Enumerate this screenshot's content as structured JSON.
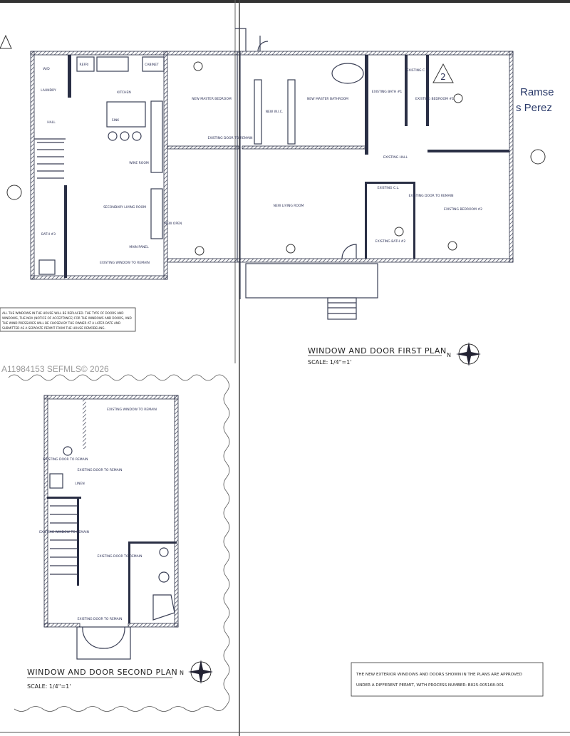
{
  "first_plan": {
    "title": "WINDOW AND DOOR FIRST PLAN",
    "scale": "SCALE: 1/4\"=1'",
    "north": "N",
    "rooms": {
      "laundry": "LAUNDRY",
      "wd": "W/D",
      "hall": "HALL",
      "kitchen": "KITCHEN",
      "secondary_living": "SECONDARY LIVING ROOM",
      "bath3": "BATH #3",
      "wine": "WINE ROOM",
      "master_bedroom": "NEW MASTER BEDROOM",
      "wic": "NEW W.I.C.",
      "master_bath": "NEW MASTER BATHROOM",
      "living": "NEW LIVING ROOM",
      "bath1": "EXISTING BATH #1",
      "cl1": "EXISTING C.L.",
      "bedroom1": "EXISTING BEDROOM #1",
      "ex_hall": "EXISTING HALL",
      "cl2": "EXISTING C.L.",
      "bath2": "EXISTING BATH #2",
      "bedroom2": "EXISTING BEDROOM #2"
    },
    "tags": {
      "door_remain": "EXISTING DOOR TO REMAIN",
      "window_remain": "EXISTING WINDOW TO REMAIN",
      "new_open": "NEW OPEN",
      "main_panel": "MAIN PANEL",
      "refri": "REFRI",
      "cabinet": "CABINET",
      "sink": "SINK",
      "revision_mark": "2"
    },
    "note": [
      "ALL THE WINDOWS IN THE HOUSE WILL BE REPLACED. THE TYPE OF DOORS AND",
      "WINDOWS, THE NOA (NOTICE OF ACCEPTANCE) FOR THE WINDOWS AND DOORS, AND",
      "THE WIND PRESSURES WILL BE CHOSEN BY THE OWNER AT A LATER DATE AND",
      "SUBMITTED AS A SEPARATE PERMIT FROM THE HOUSE REMODELING."
    ]
  },
  "second_plan": {
    "title": "WINDOW AND DOOR SECOND PLAN",
    "scale": "SCALE: 1/4\"=1'",
    "north": "N",
    "tags": {
      "window_remain": "EXISTING WINDOW TO REMAIN",
      "door_remain": "EXISTING DOOR TO REMAIN",
      "linen": "LINEN"
    }
  },
  "permit_note": [
    "THE NEW EXTERIOR WINDOWS AND DOORS SHOWN IN THE PLANS ARE APPROVED",
    "UNDER A DIFFERENT PERMIT, WITH PROCESS NUMBER: B025-005168-001"
  ],
  "signature": {
    "line1": "Ramse",
    "line2": "s Perez"
  },
  "watermark": "A11984153  SEFMLS© 2026"
}
